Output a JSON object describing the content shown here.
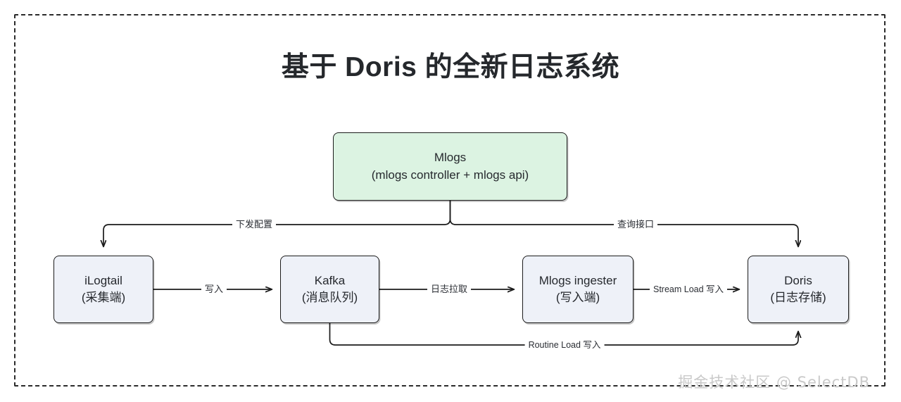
{
  "diagram": {
    "title": "基于 Doris 的全新日志系统",
    "watermark": "掘金技术社区 @ SelectDB",
    "frame_style": "dashed",
    "colors": {
      "frame_border": "#2b2b2b",
      "node_border": "#1b1b1b",
      "node_fill_blue": "#eef1f8",
      "node_fill_green": "#dcf3e2",
      "text": "#26292e",
      "background": "#ffffff",
      "watermark": "#c9c9c9"
    },
    "nodes": [
      {
        "id": "mlogs",
        "line1": "Mlogs",
        "line2": "(mlogs controller + mlogs api)",
        "fill": "#dcf3e2"
      },
      {
        "id": "ilogtail",
        "line1": "iLogtail",
        "line2": "(采集端)",
        "fill": "#eef1f8"
      },
      {
        "id": "kafka",
        "line1": "Kafka",
        "line2": "(消息队列)",
        "fill": "#eef1f8"
      },
      {
        "id": "ingester",
        "line1": "Mlogs ingester",
        "line2": "(写入端)",
        "fill": "#eef1f8"
      },
      {
        "id": "doris",
        "line1": "Doris",
        "line2": "(日志存储)",
        "fill": "#eef1f8"
      }
    ],
    "edges": [
      {
        "id": "mlogs-to-ilogtail",
        "label": "下发配置",
        "from": "mlogs",
        "to": "ilogtail"
      },
      {
        "id": "mlogs-to-doris",
        "label": "查询接口",
        "from": "mlogs",
        "to": "doris"
      },
      {
        "id": "ilogtail-to-kafka",
        "label": "写入",
        "from": "ilogtail",
        "to": "kafka"
      },
      {
        "id": "kafka-to-ingester",
        "label": "日志拉取",
        "from": "kafka",
        "to": "ingester"
      },
      {
        "id": "ingester-to-doris",
        "label": "Stream Load 写入",
        "from": "ingester",
        "to": "doris"
      },
      {
        "id": "kafka-to-doris",
        "label": "Routine Load 写入",
        "from": "kafka",
        "to": "doris"
      }
    ]
  }
}
